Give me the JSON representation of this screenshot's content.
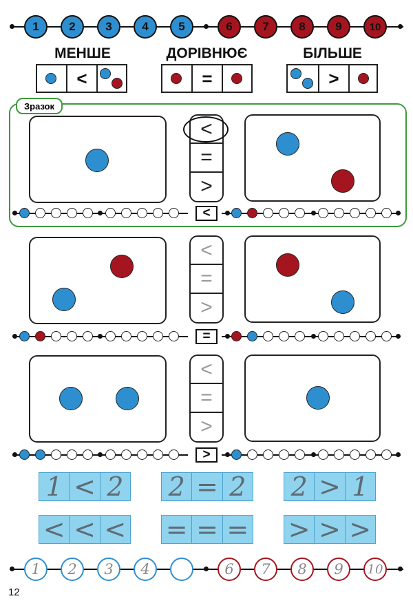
{
  "top_line": {
    "numbers": [
      "1",
      "2",
      "3",
      "4",
      "5",
      "6",
      "7",
      "8",
      "9",
      "10"
    ]
  },
  "legend": {
    "less": {
      "title": "МЕНШЕ",
      "sign": "<"
    },
    "equal": {
      "title": "ДОРІВНЮЄ",
      "sign": "="
    },
    "more": {
      "title": "БІЛЬШЕ",
      "sign": ">"
    }
  },
  "sample": {
    "label": "Зразок"
  },
  "selector": {
    "signs": [
      "<",
      "=",
      ">"
    ]
  },
  "answers": {
    "row1": "<",
    "row2": "=",
    "row3": ">"
  },
  "trace": {
    "row1": [
      [
        "1",
        "<",
        "2"
      ],
      [
        "2",
        "=",
        "2"
      ],
      [
        "2",
        ">",
        "1"
      ]
    ],
    "row2": [
      [
        "<",
        "<",
        "<"
      ],
      [
        "=",
        "=",
        "="
      ],
      [
        ">",
        ">",
        ">"
      ]
    ]
  },
  "bottom_line": {
    "numbers": [
      "1",
      "2",
      "3",
      "4",
      "",
      "6",
      "7",
      "8",
      "9",
      "10"
    ]
  },
  "page_number": "12",
  "colors": {
    "blue": "#2e8fd0",
    "red": "#a5151f",
    "green": "#3f9a3a",
    "trace_bg": "#8fd3ef"
  }
}
